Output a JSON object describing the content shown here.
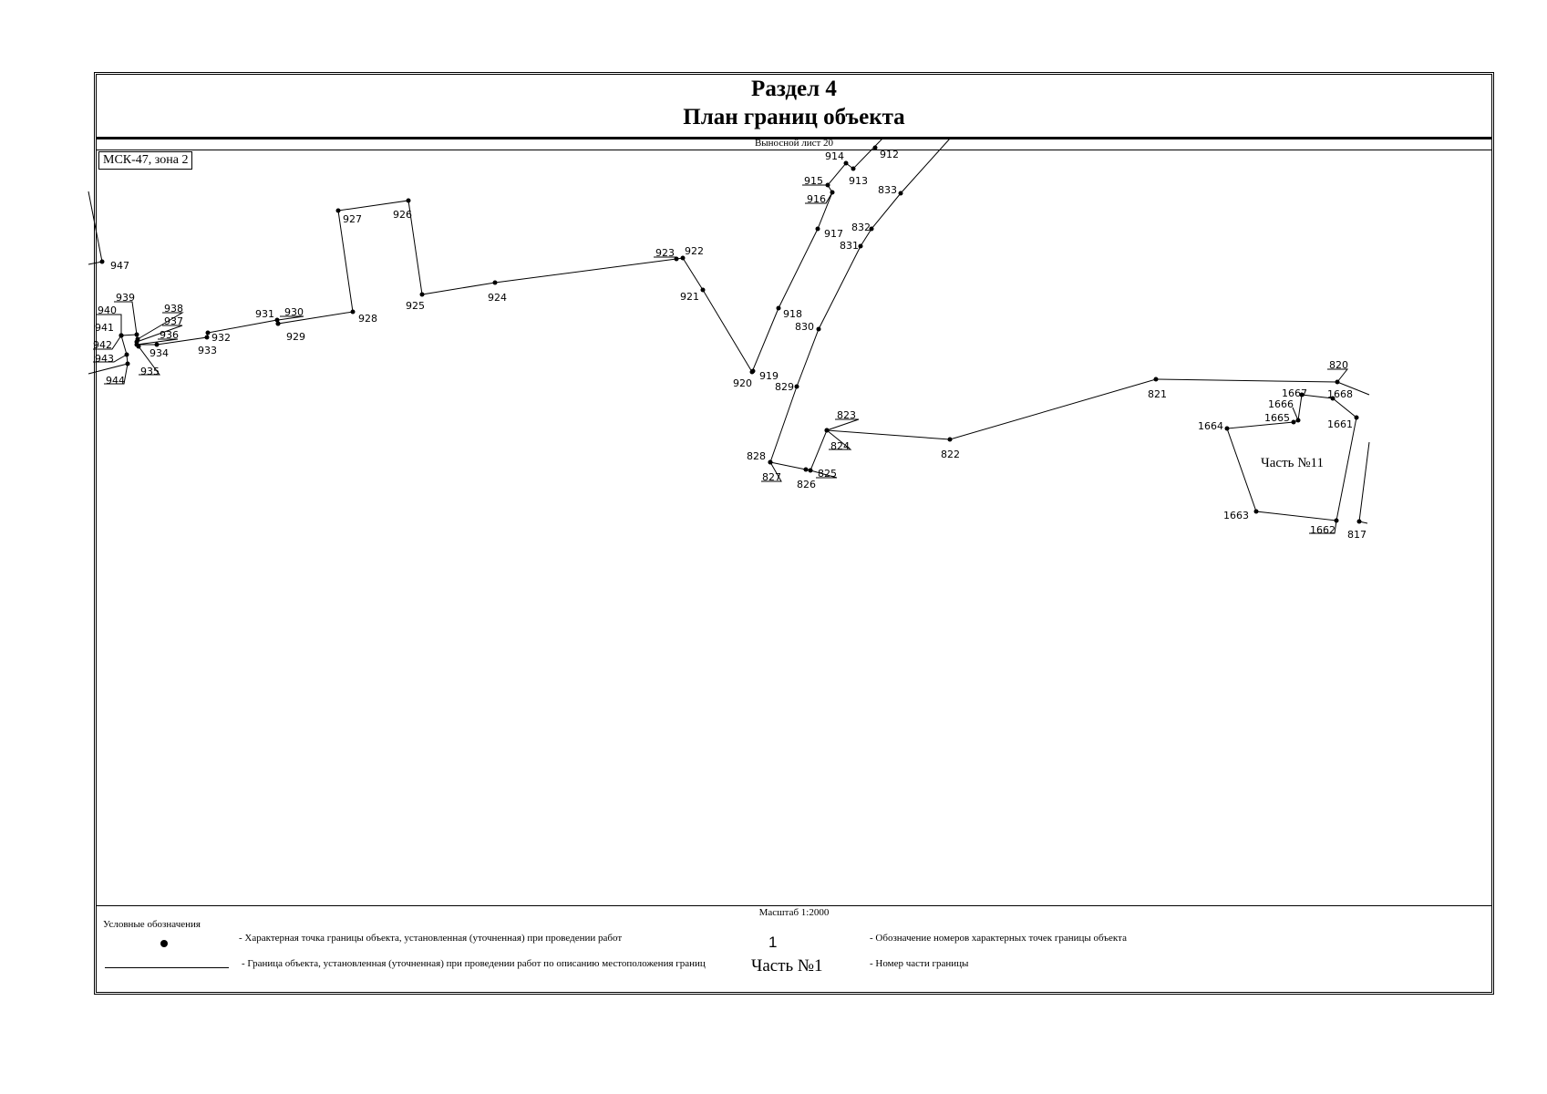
{
  "header": {
    "section": "Раздел 4",
    "title": "План границ объекта"
  },
  "sheet_label": "Выносной лист 20",
  "zone": "МСК-47, зона 2",
  "scale": "Масштаб 1:2000",
  "part_label": "Часть №11",
  "point_labels": [
    "947",
    "940",
    "939",
    "938",
    "937",
    "936",
    "941",
    "942",
    "943",
    "944",
    "935",
    "934",
    "933",
    "932",
    "931",
    "930",
    "929",
    "928",
    "927",
    "926",
    "925",
    "924",
    "923",
    "922",
    "921",
    "920",
    "919",
    "918",
    "917",
    "916",
    "915",
    "914",
    "913",
    "912",
    "833",
    "832",
    "831",
    "830",
    "829",
    "828",
    "827",
    "826",
    "825",
    "824",
    "823",
    "822",
    "821",
    "820",
    "1668",
    "1667",
    "1666",
    "1665",
    "1664",
    "1661",
    "1663",
    "1662",
    "817"
  ],
  "legend": {
    "title": "Условные обозначения",
    "point_desc": "- Характерная точка границы объекта, установленная (уточненная) при проведении работ",
    "line_desc": "- Граница объекта, установленная (уточненная) при проведении работ по описанию местоположения границ",
    "number_example": "1",
    "number_desc": "- Обозначение номеров характерных точек границы объекта",
    "part_example": "Часть №1",
    "part_desc": "- Номер части границы"
  }
}
